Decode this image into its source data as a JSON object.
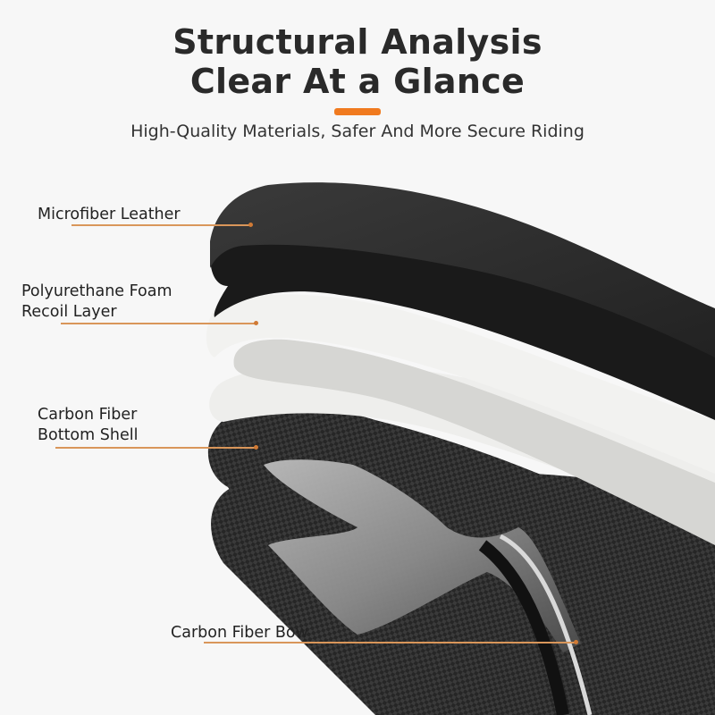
{
  "header": {
    "title_line1": "Structural Analysis",
    "title_line2": "Clear At a Glance",
    "subtitle": "High-Quality Materials, Safer And More Secure Riding",
    "accent_color": "#f07a1f"
  },
  "layers": [
    {
      "label_line1": "Microfiber Leather",
      "label_line2": ""
    },
    {
      "label_line1": "Polyurethane Foam",
      "label_line2": "Recoil Layer"
    },
    {
      "label_line1": "Carbon Fiber",
      "label_line2": "Bottom Shell"
    },
    {
      "label_line1": "Carbon Fiber Bow",
      "label_line2": ""
    }
  ],
  "colors": {
    "leader_line": "#d9965a",
    "leather": "#2b2b2b",
    "foam": "#f1f1ef",
    "foam_inner": "#d6d6d3",
    "carbon": "#262626"
  }
}
